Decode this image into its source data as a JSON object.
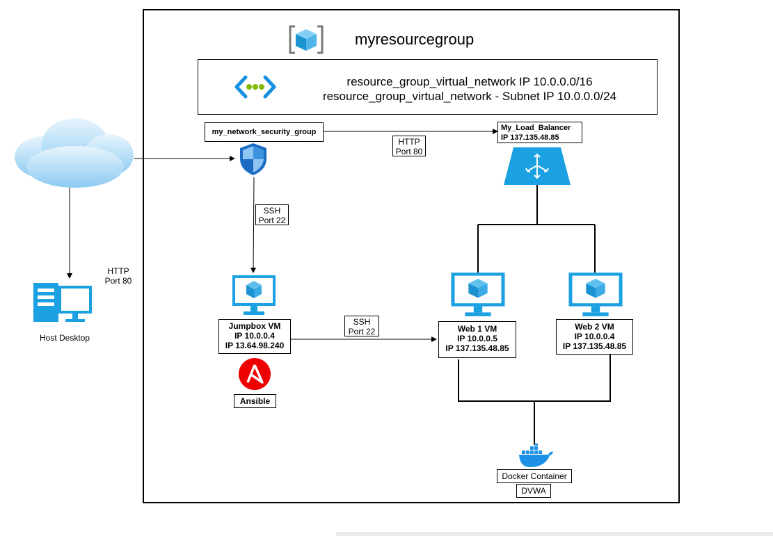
{
  "resource_group": {
    "name": "myresourcegroup"
  },
  "vnet": {
    "line1": "resource_group_virtual_network IP 10.0.0.0/16",
    "line2": "resource_group_virtual_network - Subnet IP 10.0.0.0/24"
  },
  "nsg": {
    "name": "my_network_security_group"
  },
  "load_balancer": {
    "name": "My_Load_Balancer",
    "ip": "IP 137.135.48.85"
  },
  "labels": {
    "http_nsg_lb": [
      "HTTP",
      "Port 80"
    ],
    "http_host": [
      "HTTP",
      "Port 80"
    ],
    "ssh_nsg_jump": [
      "SSH",
      "Port 22"
    ],
    "ssh_jump_web": [
      "SSH",
      "Port 22"
    ]
  },
  "host": {
    "label": "Host Desktop"
  },
  "jumpbox": {
    "name": "Jumpbox VM",
    "ip1": "IP 10.0.0.4",
    "ip2": "IP 13.64.98.240"
  },
  "ansible": {
    "label": "Ansible"
  },
  "web1": {
    "name": "Web 1 VM",
    "ip1": "IP 10.0.0.5",
    "ip2": "IP 137.135.48.85"
  },
  "web2": {
    "name": "Web 2 VM",
    "ip1": "IP 10.0.0.4",
    "ip2": "IP 137.135.48.85"
  },
  "docker": {
    "label": "Docker Container",
    "app": "DVWA"
  },
  "colors": {
    "azure": "#1ba1e2",
    "azure_dark": "#0078d4",
    "ansible": "#e00",
    "cloud": "#a9d8f5"
  }
}
